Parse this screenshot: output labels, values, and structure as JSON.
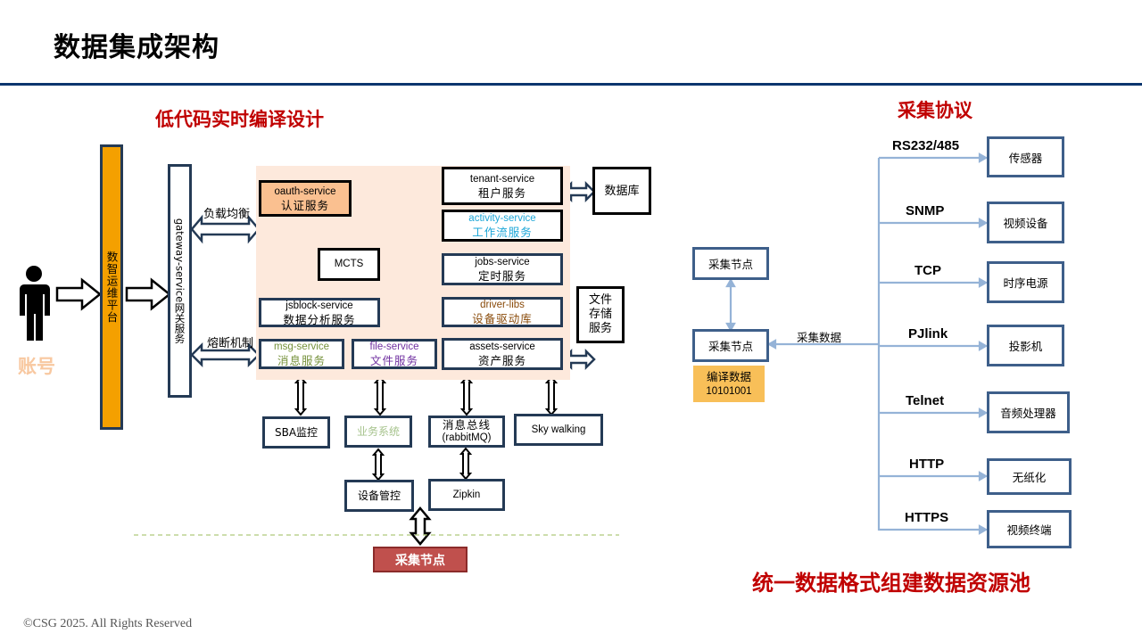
{
  "page": {
    "title": "数据集成架构",
    "footer": "©CSG 2025. All Rights Reserved"
  },
  "left": {
    "heading": "低代码实时编译设计",
    "account_label": "账号",
    "platform_label": "数智运维平台",
    "gateway_label": "gateway-service网关服务",
    "load_balance_label": "负载均衡",
    "circuit_breaker_label": "熔断机制",
    "services": {
      "oauth": {
        "en": "oauth-service",
        "zh": "认证服务"
      },
      "mcts": {
        "en": "MCTS"
      },
      "jsblock": {
        "en": "jsblock-service",
        "zh": "数据分析服务"
      },
      "msg": {
        "en": "msg-service",
        "zh": "消息服务"
      },
      "file": {
        "en": "file-service",
        "zh": "文件服务"
      },
      "tenant": {
        "en": "tenant-service",
        "zh": "租户服务"
      },
      "activity": {
        "en": "activity-service",
        "zh": "工作流服务"
      },
      "jobs": {
        "en": "jobs-service",
        "zh": "定时服务"
      },
      "driver": {
        "en": "driver-libs",
        "zh": "设备驱动库"
      },
      "assets": {
        "en": "assets-service",
        "zh": "资产服务"
      }
    },
    "database_label": "数据库",
    "file_storage_lines": [
      "文件",
      "存储",
      "服务"
    ],
    "sba_label": "SBA监控",
    "business_label": "业务系统",
    "bus_lines": [
      "消息总线",
      "(rabbitMQ)"
    ],
    "skywalking_label": "Sky walking",
    "device_control_label": "设备管控",
    "zipkin_label": "Zipkin",
    "collect_node_label": "采集节点"
  },
  "right": {
    "heading": "采集协议",
    "node_top_label": "采集节点",
    "node_bottom_label": "采集节点",
    "compile_lines": [
      "编译数据",
      "10101001"
    ],
    "collect_data_label": "采集数据",
    "protocols": [
      {
        "name": "RS232/485",
        "device": "传感器"
      },
      {
        "name": "SNMP",
        "device": "视频设备"
      },
      {
        "name": "TCP",
        "device": "时序电源"
      },
      {
        "name": "PJlink",
        "device": "投影机"
      },
      {
        "name": "Telnet",
        "device": "音频处理器"
      },
      {
        "name": "HTTP",
        "device": "无纸化"
      },
      {
        "name": "HTTPS",
        "device": "视频终端"
      }
    ],
    "summary": "统一数据格式组建数据资源池"
  },
  "colors": {
    "rule": "#0b356e",
    "heading_red": "#c00000",
    "platform_orange": "#f4a000",
    "panel_bg": "#fde9dc",
    "oauth_fill": "#fac090",
    "activity_text": "#1ea7d8",
    "driver_text": "#8a4b0a",
    "msg_text": "#76923c",
    "file_text": "#7030a0",
    "business_text": "#a6c38c",
    "collect_node_fill": "#c0504d",
    "compile_fill": "#f8bf58",
    "connector_blue": "#95b3d7",
    "device_border": "#3e5f8a",
    "account_text": "#f8c8a0"
  }
}
